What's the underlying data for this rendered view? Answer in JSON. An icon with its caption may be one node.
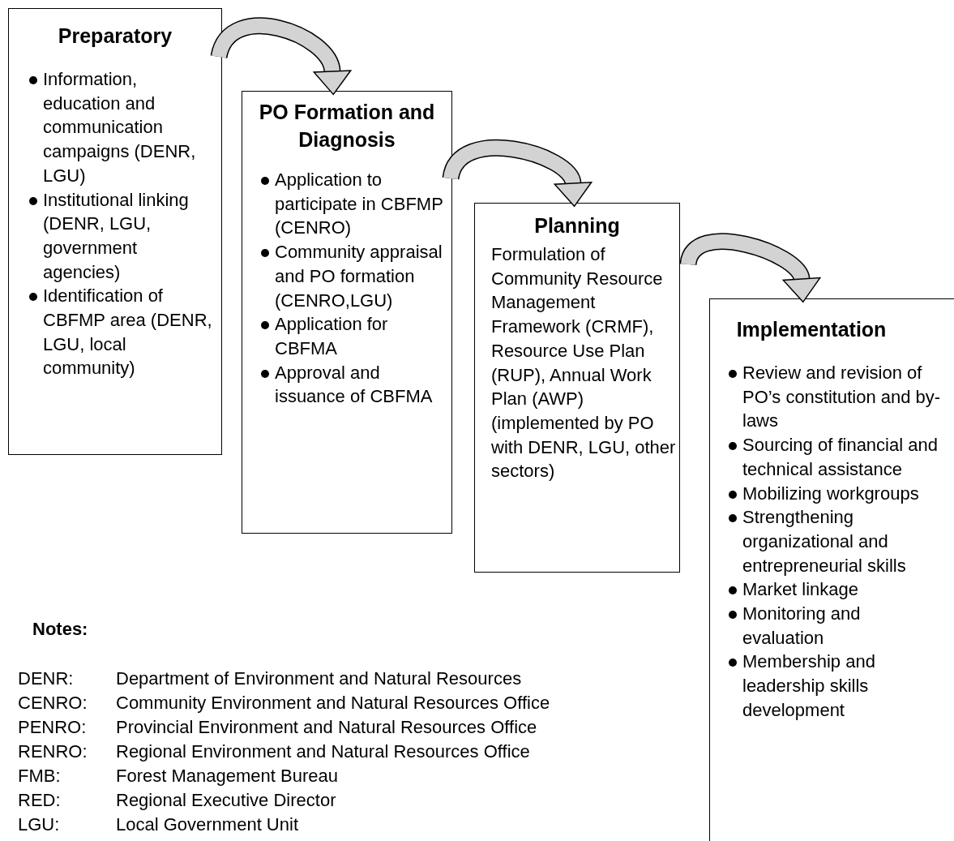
{
  "diagram": {
    "nodes": [
      {
        "text": [
          "Preparatory",
          "Information, education and communication campaigns (DENR, LGU)",
          "Institutional linking (DENR, LGU, government agencies)",
          "Identification of CBFMP area (DENR, LGU, local community)"
        ]
      },
      {
        "text": [
          "PO Formation and Diagnosis",
          "Application to participate in CBFMP (CENRO)",
          "Community appraisal and PO formation (CENRO,LGU)",
          "Application for CBFMA",
          "Approval and issuance of CBFMA"
        ]
      },
      {
        "text": [
          "Planning",
          "Formulation of Community Resource Management Framework (CRMF), Resource Use Plan (RUP), Annual Work Plan (AWP) (implemented by PO with DENR, LGU, other sectors)"
        ]
      },
      {
        "text": [
          "Implementation",
          "Review and revision of PO’s constitution and by-laws",
          "Sourcing of financial and technical assistance",
          "Mobilizing workgroups",
          "Strengthening organizational and entrepreneurial skills",
          "Market linkage",
          "Monitoring and evaluation",
          "Membership and leadership skills development"
        ]
      }
    ],
    "edges": [
      {
        "from": 0,
        "to": 1,
        "arrow": "to"
      },
      {
        "from": 1,
        "to": 2,
        "arrow": "to"
      },
      {
        "from": 2,
        "to": 3,
        "arrow": "to"
      }
    ],
    "labels": [
      "Notes:",
      "DENR:",
      "Department of Environment and Natural Resources",
      "CENRO:",
      "Community Environment and Natural Resources Office",
      "PENRO:",
      "Provincial Environment and Natural Resources Office",
      "RENRO:",
      "Regional Environment and Natural Resources Office",
      "FMB:",
      "Forest Management Bureau",
      "RED:",
      "Regional Executive Director",
      "LGU:",
      "Local Government Unit"
    ]
  }
}
